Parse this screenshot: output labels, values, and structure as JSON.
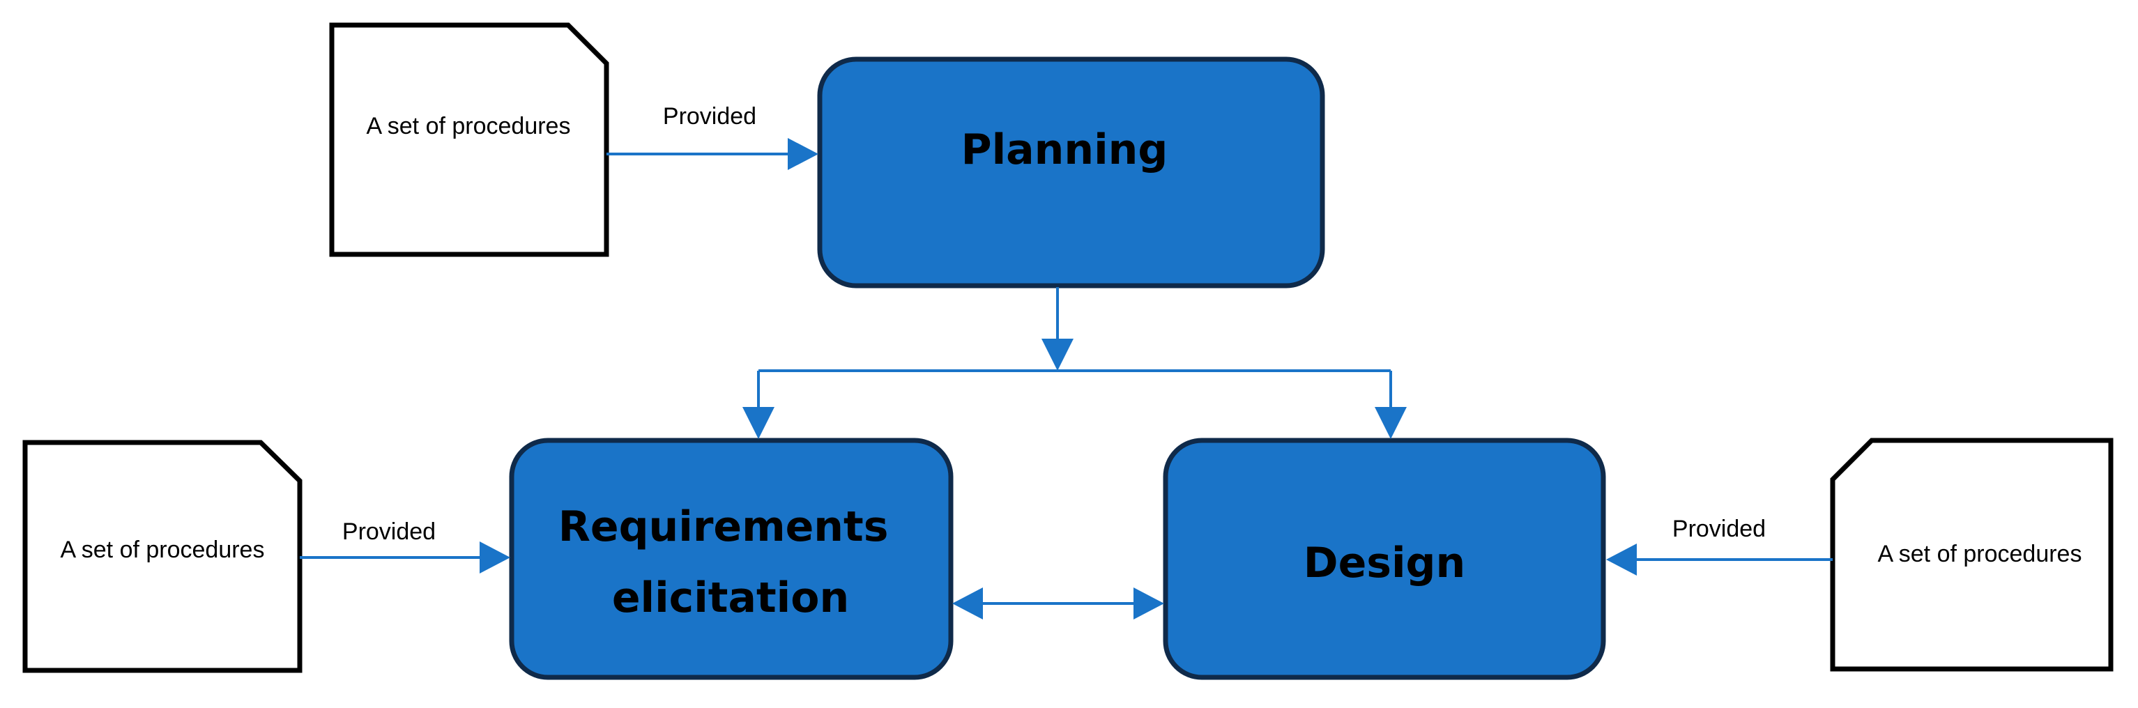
{
  "colors": {
    "process_fill": "#1a74c8",
    "process_border": "#0f2a4a",
    "connector": "#1a74c8",
    "document_border": "#000000"
  },
  "nodes": {
    "planning": {
      "label": "Planning"
    },
    "requirements": {
      "label_line1": "Requirements",
      "label_line2": "elicitation"
    },
    "design": {
      "label": "Design"
    }
  },
  "documents": {
    "top": {
      "label": "A set of procedures"
    },
    "left": {
      "label": "A set of procedures"
    },
    "right": {
      "label": "A set of procedures"
    }
  },
  "edges": {
    "top_doc_to_planning": {
      "label": "Provided"
    },
    "left_doc_to_requirements": {
      "label": "Provided"
    },
    "right_doc_to_design": {
      "label": "Provided"
    }
  }
}
